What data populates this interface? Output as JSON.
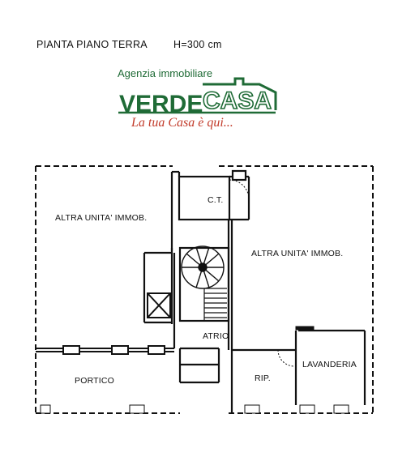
{
  "header": {
    "title": "PIANTA PIANO TERRA",
    "height": "H=300 cm"
  },
  "logo": {
    "top_line": "Agenzia immobiliare",
    "word1": "VERDE",
    "word2": "CASA",
    "tagline": "La tua Casa è qui...",
    "green": "#1f6b36",
    "red": "#c23b2a"
  },
  "rooms": {
    "ct": "C.T.",
    "left_unit": "ALTRA UNITA' IMMOB.",
    "right_unit": "ALTRA UNITA' IMMOB.",
    "atrio": "ATRIO",
    "portico": "PORTICO",
    "rip": "RIP.",
    "lavanderia": "LAVANDERIA"
  }
}
